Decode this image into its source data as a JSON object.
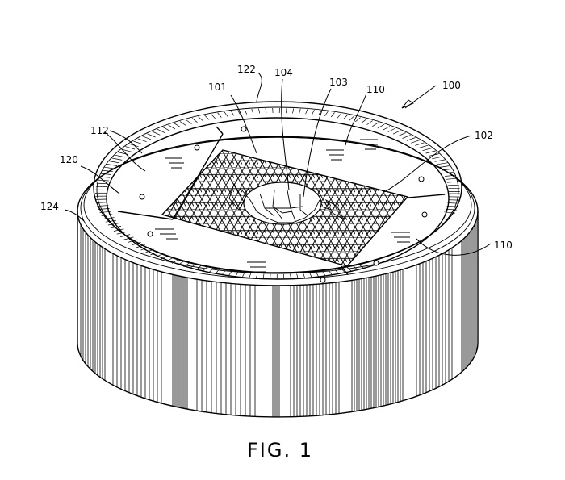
{
  "figure": {
    "caption": "FIG. 1",
    "labels": {
      "l100": "100",
      "l101": "101",
      "l102": "102",
      "l103": "103",
      "l104": "104",
      "l110a": "110",
      "l110b": "110",
      "l112": "112",
      "l120": "120",
      "l122": "122",
      "l124": "124"
    }
  }
}
